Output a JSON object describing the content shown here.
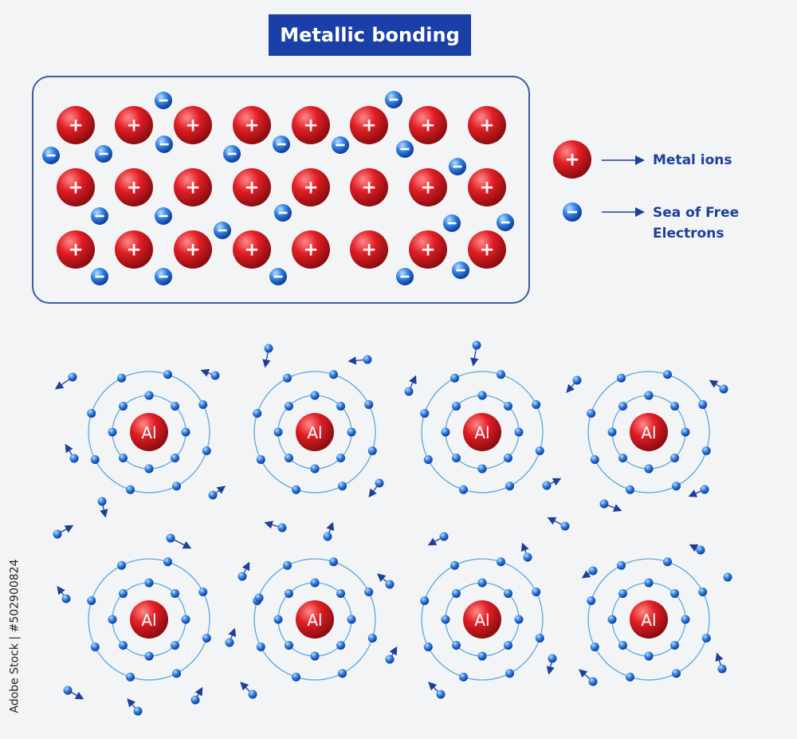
{
  "title": "Metallic bonding",
  "legend": {
    "metal_ions": "Metal ions",
    "free_electrons_line1": "Sea of Free",
    "free_electrons_line2": "Electrons"
  },
  "ion_symbol": "+",
  "electron_symbol": "−",
  "atom_symbol": "Al",
  "side_credit": "Adobe Stock | #502900824",
  "colors": {
    "title_bg": "#1a3fa8",
    "ion": "#d71920",
    "electron": "#2a6fd6",
    "orbit": "#5aa8de",
    "text": "#1d3f9a"
  }
}
